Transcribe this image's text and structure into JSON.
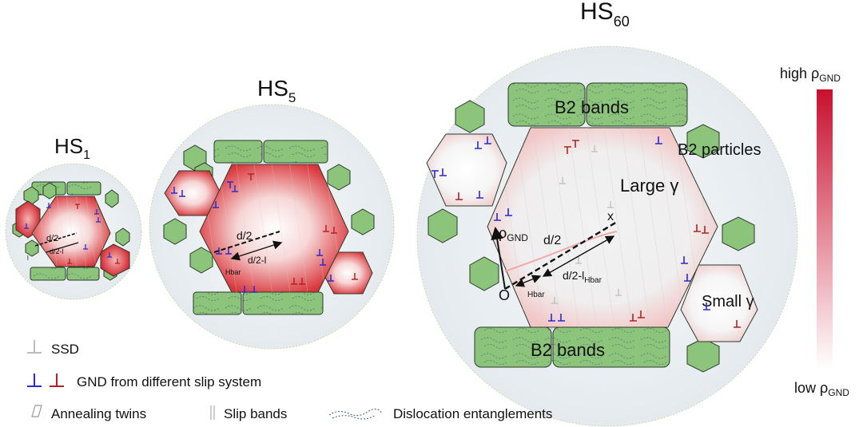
{
  "titles": {
    "hs1": {
      "base": "HS",
      "sub": "1"
    },
    "hs5": {
      "base": "HS",
      "sub": "5"
    },
    "hs60": {
      "base": "HS",
      "sub": "60"
    }
  },
  "labels": {
    "b2_bands_top": "B2 bands",
    "b2_bands_bottom": "B2 bands",
    "b2_particles": "B2 particles",
    "large_gamma": "Large γ",
    "small_gamma": "Small γ",
    "d_half": "d/2",
    "d_half_minus": "d/2-l",
    "hbar_sub": "Hbar",
    "l_hbar": "l",
    "rho": "ρ",
    "gnd_sub": "GND",
    "origin": "O",
    "x_axis": "x"
  },
  "colorbar": {
    "high_label": "high ",
    "low_label": "low ",
    "rho_symbol": "ρ",
    "rho_sub": "GND",
    "color_high": "#c8102e",
    "color_low": "#ffffff"
  },
  "legend": {
    "ssd": "SSD",
    "gnd": "GND from different slip system",
    "twins": "Annealing twins",
    "slip_bands": "Slip bands",
    "entanglements": "Dislocation entanglements"
  },
  "colors": {
    "b2_green": "#8dc47b",
    "grain_red": "#e0393e",
    "gnd_blue": "#2a2ad0",
    "gnd_red": "#b22222",
    "ssd_gray": "#bdbdbd",
    "circle_fill": "#eef2f5"
  }
}
